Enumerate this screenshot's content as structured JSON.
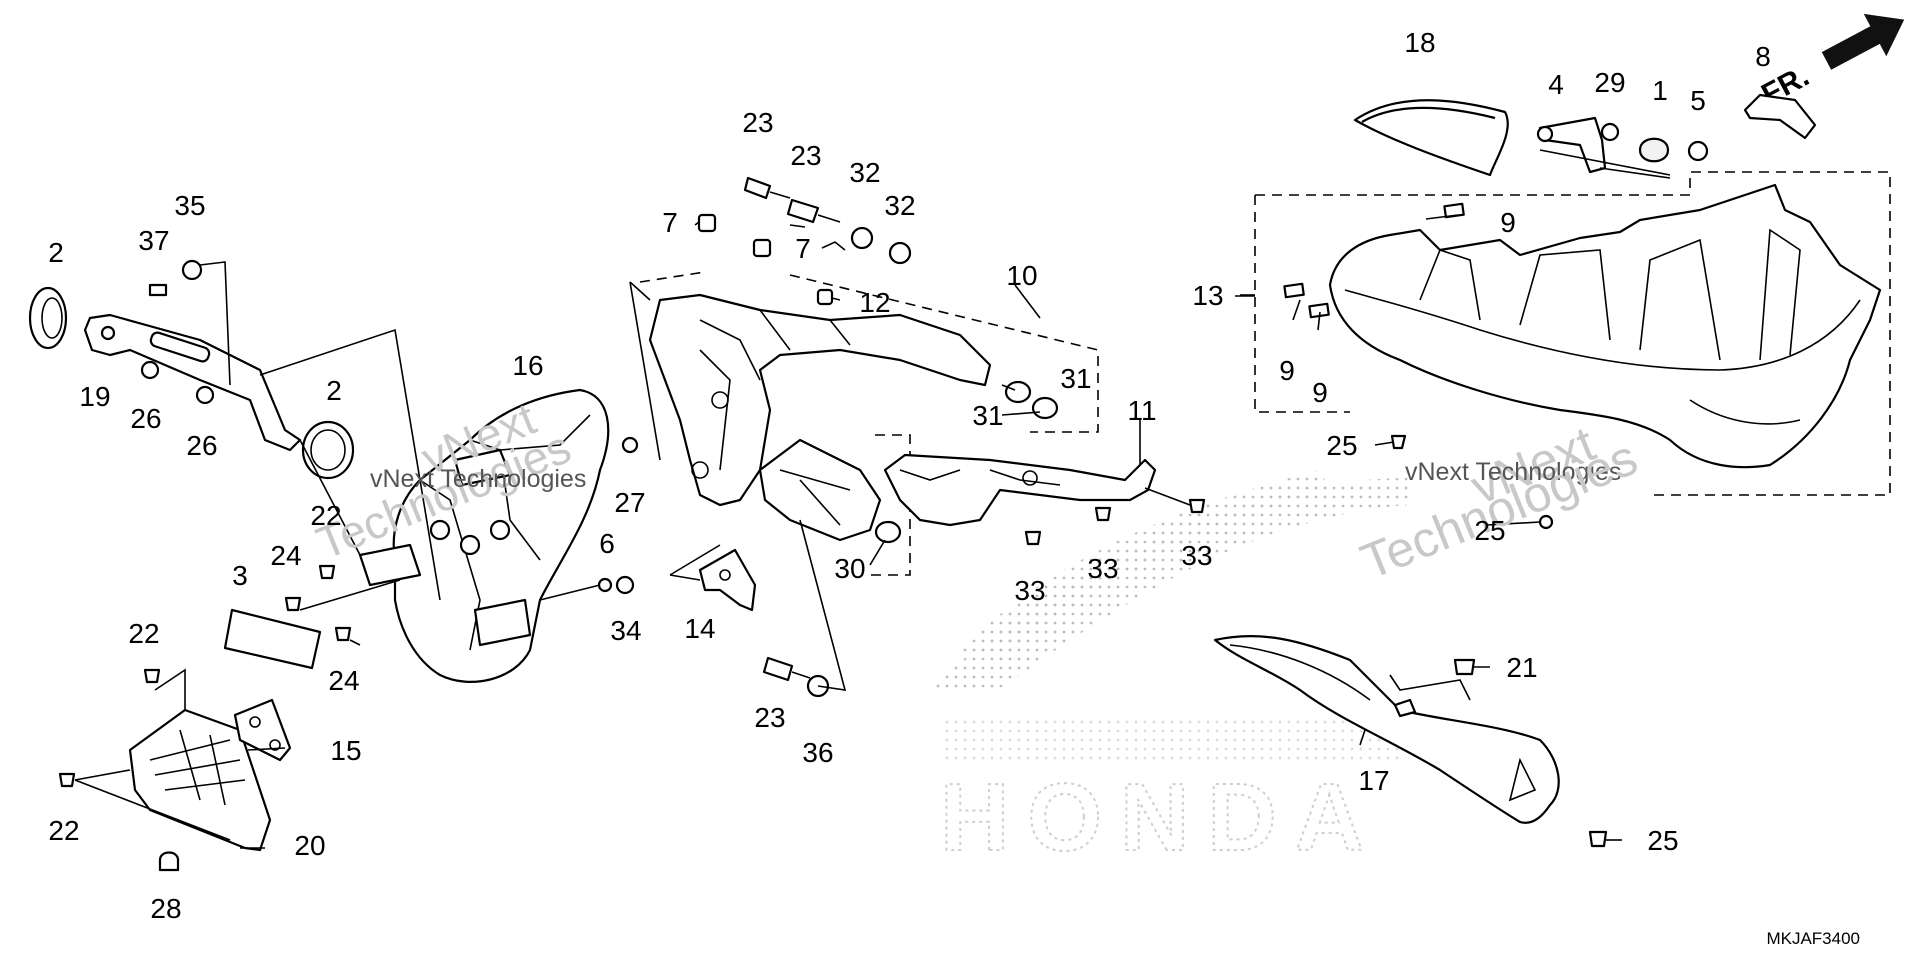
{
  "diagram_code": "MKJAF3400",
  "direction_label": "FR.",
  "watermarks": [
    {
      "text": "vNext"
    },
    {
      "text": "Technologies"
    },
    {
      "text": "vNext Technologies"
    },
    {
      "text": "vNext"
    },
    {
      "text": "vNext Technologies"
    },
    {
      "text": "Technologies"
    }
  ],
  "callouts": [
    "18",
    "4",
    "29",
    "1",
    "5",
    "8",
    "9",
    "13",
    "9",
    "9",
    "25",
    "25",
    "23",
    "23",
    "32",
    "32",
    "7",
    "7",
    "12",
    "10",
    "31",
    "31",
    "11",
    "30",
    "33",
    "33",
    "33",
    "14",
    "6",
    "34",
    "27",
    "16",
    "2",
    "35",
    "37",
    "19",
    "26",
    "26",
    "2",
    "22",
    "24",
    "24",
    "3",
    "22",
    "15",
    "22",
    "20",
    "28",
    "23",
    "36",
    "21",
    "17",
    "25"
  ]
}
